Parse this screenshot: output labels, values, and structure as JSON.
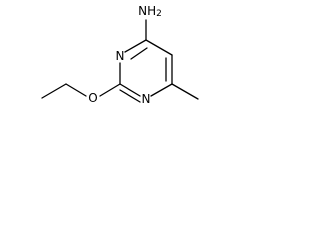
{
  "molecule": {
    "atoms": {
      "amino": "NH2",
      "n3": "N",
      "n1": "N",
      "oxygen": "O"
    }
  }
}
